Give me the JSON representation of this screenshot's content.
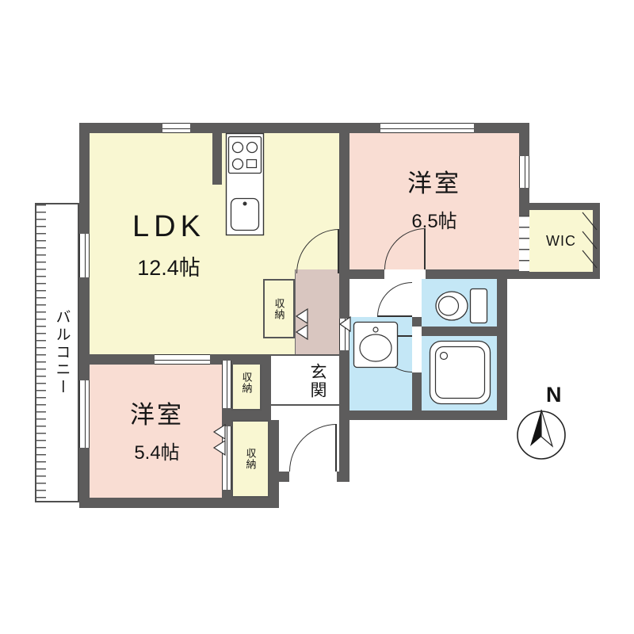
{
  "rooms": {
    "ldk": {
      "name": "LDK",
      "area": "12.4帖"
    },
    "bedroom1": {
      "name": "洋室",
      "area": "6.5帖"
    },
    "bedroom2": {
      "name": "洋室",
      "area": "5.4帖"
    },
    "wic": {
      "name": "WIC"
    },
    "genkan": {
      "name": "玄関"
    },
    "closet1": {
      "name": "収納"
    },
    "closet2": {
      "name": "収納"
    },
    "closet3": {
      "name": "収納"
    },
    "balcony": {
      "name": "バルコニー"
    }
  },
  "compass": {
    "label": "N"
  },
  "colors": {
    "wall": "#5d5c5c",
    "ldk": "#f9f7d2",
    "bedroom": "#f9ddd3",
    "wet": "#c4e7f6",
    "hall": "#d9c6c0",
    "closet": "#f9f7d2",
    "line": "#333333"
  },
  "icons": [
    "stove-icon",
    "kitchen-sink-icon",
    "toilet-icon",
    "washbasin-icon",
    "bathtub-icon",
    "compass-icon",
    "fold-door-arrow-icon",
    "door-arc-icon"
  ]
}
